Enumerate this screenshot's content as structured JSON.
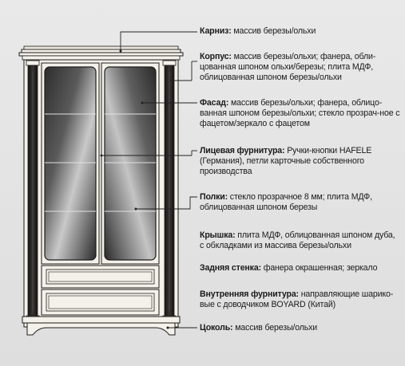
{
  "labels": [
    {
      "id": "karniz",
      "title": "Карниз:",
      "text": "массив березы/ольхи"
    },
    {
      "id": "korpus",
      "title": "Корпус:",
      "text": "массив березы/ольхи; фанера, обли-цованная шпоном ольхи/березы; плита МДФ, облицованная шпоном березы/ольхи"
    },
    {
      "id": "fasad",
      "title": "Фасад:",
      "text": "массив березы/ольхи; фанера, облицо-ванная шпоном березы/ольхи; стекло прозрач-ное  с фацетом/зеркало с фацетом"
    },
    {
      "id": "furnitura",
      "title": "Лицевая фурнитура:",
      "text": "Ручки-кнопки HAFELE (Германия), петли карточные собственного производства"
    },
    {
      "id": "polki",
      "title": "Полки:",
      "text": "стекло прозрачное 8 мм; плита МДФ, облицованная шпоном березы"
    },
    {
      "id": "kryshka",
      "title": "Крышка:",
      "text": "плита МДФ, облицованная шпоном дуба, с обкладками из массива березы/ольхи"
    },
    {
      "id": "zadnyaya",
      "title": "Задняя стенка:",
      "text": "фанера окрашенная; зеркало"
    },
    {
      "id": "vnutr",
      "title": "Внутренняя фурнитура:",
      "text": "направляющие шарико-вые  с доводчиком BOYARD (Китай)"
    },
    {
      "id": "tsokol",
      "title": "Цоколь:",
      "text": "массив березы/ольхи"
    }
  ],
  "colors": {
    "frame": "#f4f1ea",
    "dark": "#1e1c1c",
    "glass_dark": "#3c3c3c",
    "glass_light": "#b8b8b8",
    "leader": "#222222"
  }
}
